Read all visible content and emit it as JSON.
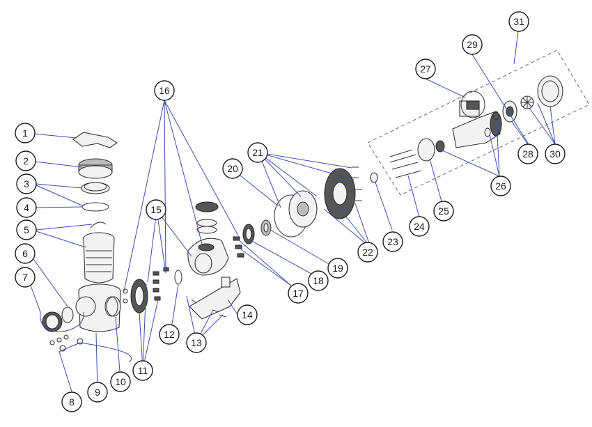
{
  "callouts": [
    {
      "id": "1"
    },
    {
      "id": "2"
    },
    {
      "id": "3"
    },
    {
      "id": "4"
    },
    {
      "id": "5"
    },
    {
      "id": "6"
    },
    {
      "id": "7"
    },
    {
      "id": "8"
    },
    {
      "id": "9"
    },
    {
      "id": "10"
    },
    {
      "id": "11"
    },
    {
      "id": "12"
    },
    {
      "id": "13"
    },
    {
      "id": "14"
    },
    {
      "id": "15"
    },
    {
      "id": "16"
    },
    {
      "id": "17"
    },
    {
      "id": "18"
    },
    {
      "id": "19"
    },
    {
      "id": "20"
    },
    {
      "id": "21"
    },
    {
      "id": "22"
    },
    {
      "id": "23"
    },
    {
      "id": "24"
    },
    {
      "id": "25"
    },
    {
      "id": "26"
    },
    {
      "id": "27"
    },
    {
      "id": "28"
    },
    {
      "id": "29"
    },
    {
      "id": "30"
    },
    {
      "id": "31"
    }
  ],
  "colors": {
    "leader": "#3a4bb0",
    "outline": "#333333",
    "part_fill": "#f2f2f2",
    "dark_part": "#555555"
  }
}
